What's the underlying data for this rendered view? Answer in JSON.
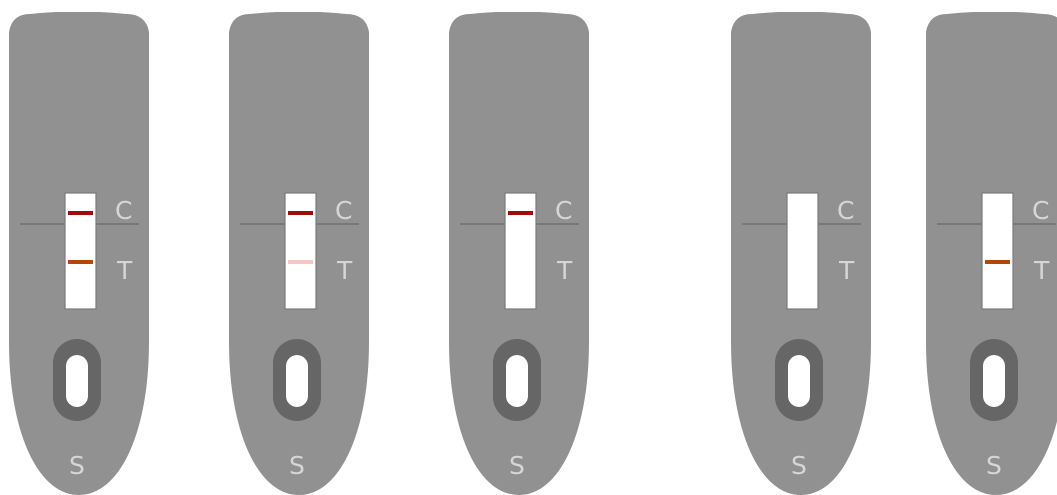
{
  "colors": {
    "cassette": "#919191",
    "cassette_shadow": "#898989",
    "well_ring": "#666666",
    "well_inner": "#ffffff",
    "window": "#ffffff",
    "divider_line": "#717171",
    "control_line": "#9e0b0f",
    "test_line_strong": "#b5460a",
    "test_line_faint": "#f6c6c6",
    "marking_text": "#d6d6d6"
  },
  "cassettes": [
    {
      "label_c": "C",
      "label_t": "T",
      "label_s": "S",
      "control_line": true,
      "test_line": "strong"
    },
    {
      "label_c": "C",
      "label_t": "T",
      "label_s": "S",
      "control_line": true,
      "test_line": "faint"
    },
    {
      "label_c": "C",
      "label_t": "T",
      "label_s": "S",
      "control_line": true,
      "test_line": "none"
    },
    {
      "label_c": "C",
      "label_t": "T",
      "label_s": "S",
      "control_line": false,
      "test_line": "none"
    },
    {
      "label_c": "C",
      "label_t": "T",
      "label_s": "S",
      "control_line": false,
      "test_line": "strong"
    }
  ]
}
